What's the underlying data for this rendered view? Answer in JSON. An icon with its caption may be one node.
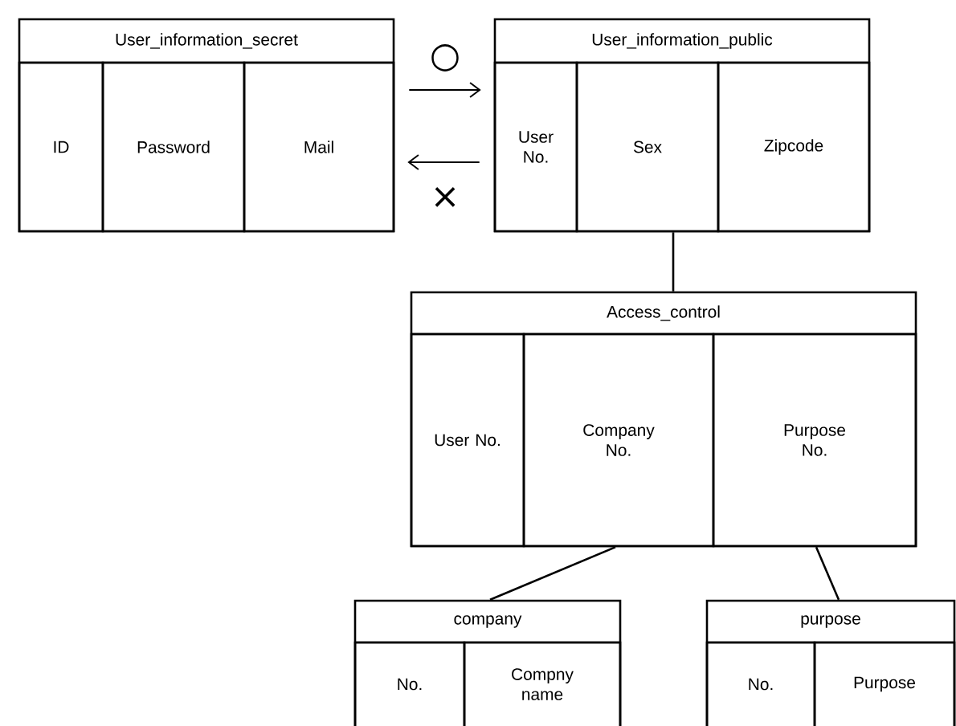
{
  "diagram": {
    "nodes": [
      {
        "text": [
          "User_information_secret"
        ]
      },
      {
        "text": [
          "ID"
        ],
        "in": 0
      },
      {
        "text": [
          "Password"
        ],
        "in": 0
      },
      {
        "text": [
          "Mail"
        ],
        "in": 0
      },
      {
        "text": [
          "User_information_public"
        ]
      },
      {
        "text": [
          "User No."
        ],
        "in": 4
      },
      {
        "text": [
          "Sex"
        ],
        "in": 4
      },
      {
        "text": [
          "Zipcode"
        ],
        "in": 4
      },
      {
        "text": [
          "Access_control"
        ]
      },
      {
        "text": [
          "User No."
        ],
        "in": 8
      },
      {
        "text": [
          "Company No."
        ],
        "in": 8
      },
      {
        "text": [
          "Purpose No."
        ],
        "in": 8
      },
      {
        "text": [
          "company"
        ]
      },
      {
        "text": [
          "No."
        ],
        "in": 12
      },
      {
        "text": [
          "Compny name"
        ],
        "in": 12
      },
      {
        "text": [
          "purpose"
        ]
      },
      {
        "text": [
          "No."
        ],
        "in": 15
      },
      {
        "text": [
          "Purpose"
        ],
        "in": 15
      }
    ],
    "edges": [
      {
        "from": 0,
        "to": 4,
        "arrow": "to",
        "label": "○"
      },
      {
        "from": 4,
        "to": 0,
        "arrow": "to",
        "label": "×"
      },
      {
        "from": 4,
        "to": 8,
        "arrow": "none"
      },
      {
        "from": 8,
        "to": 12,
        "arrow": "none"
      },
      {
        "from": 8,
        "to": 15,
        "arrow": "none"
      }
    ]
  }
}
